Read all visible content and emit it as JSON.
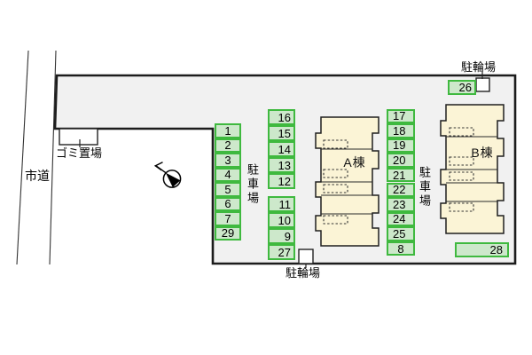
{
  "labels": {
    "road": "市道",
    "garbage": "ゴミ置場",
    "bicycle_top": "駐輪場",
    "bicycle_bottom": "駐輪場",
    "parking_left": "駐車場",
    "parking_right": "駐車場"
  },
  "buildings": [
    {
      "name": "A棟"
    },
    {
      "name": "B棟"
    }
  ],
  "parking_spaces": {
    "left_column": [
      "1",
      "2",
      "3",
      "4",
      "5",
      "6",
      "7",
      "29"
    ],
    "middle_column_upper": [
      "16",
      "15",
      "14",
      "13",
      "12"
    ],
    "middle_column_lower": [
      "11",
      "10",
      "9",
      "27"
    ],
    "right_column": [
      "17",
      "18",
      "19",
      "20",
      "21",
      "22",
      "23",
      "24",
      "25",
      "8"
    ],
    "top_right": "26",
    "bottom_right": "28"
  },
  "colors": {
    "space_fill": "#cde8cb",
    "space_border": "#3fb93f",
    "building_fill": "#fbf4d6",
    "site_fill": "#f1f1f1",
    "outline": "#1c1c1c"
  }
}
